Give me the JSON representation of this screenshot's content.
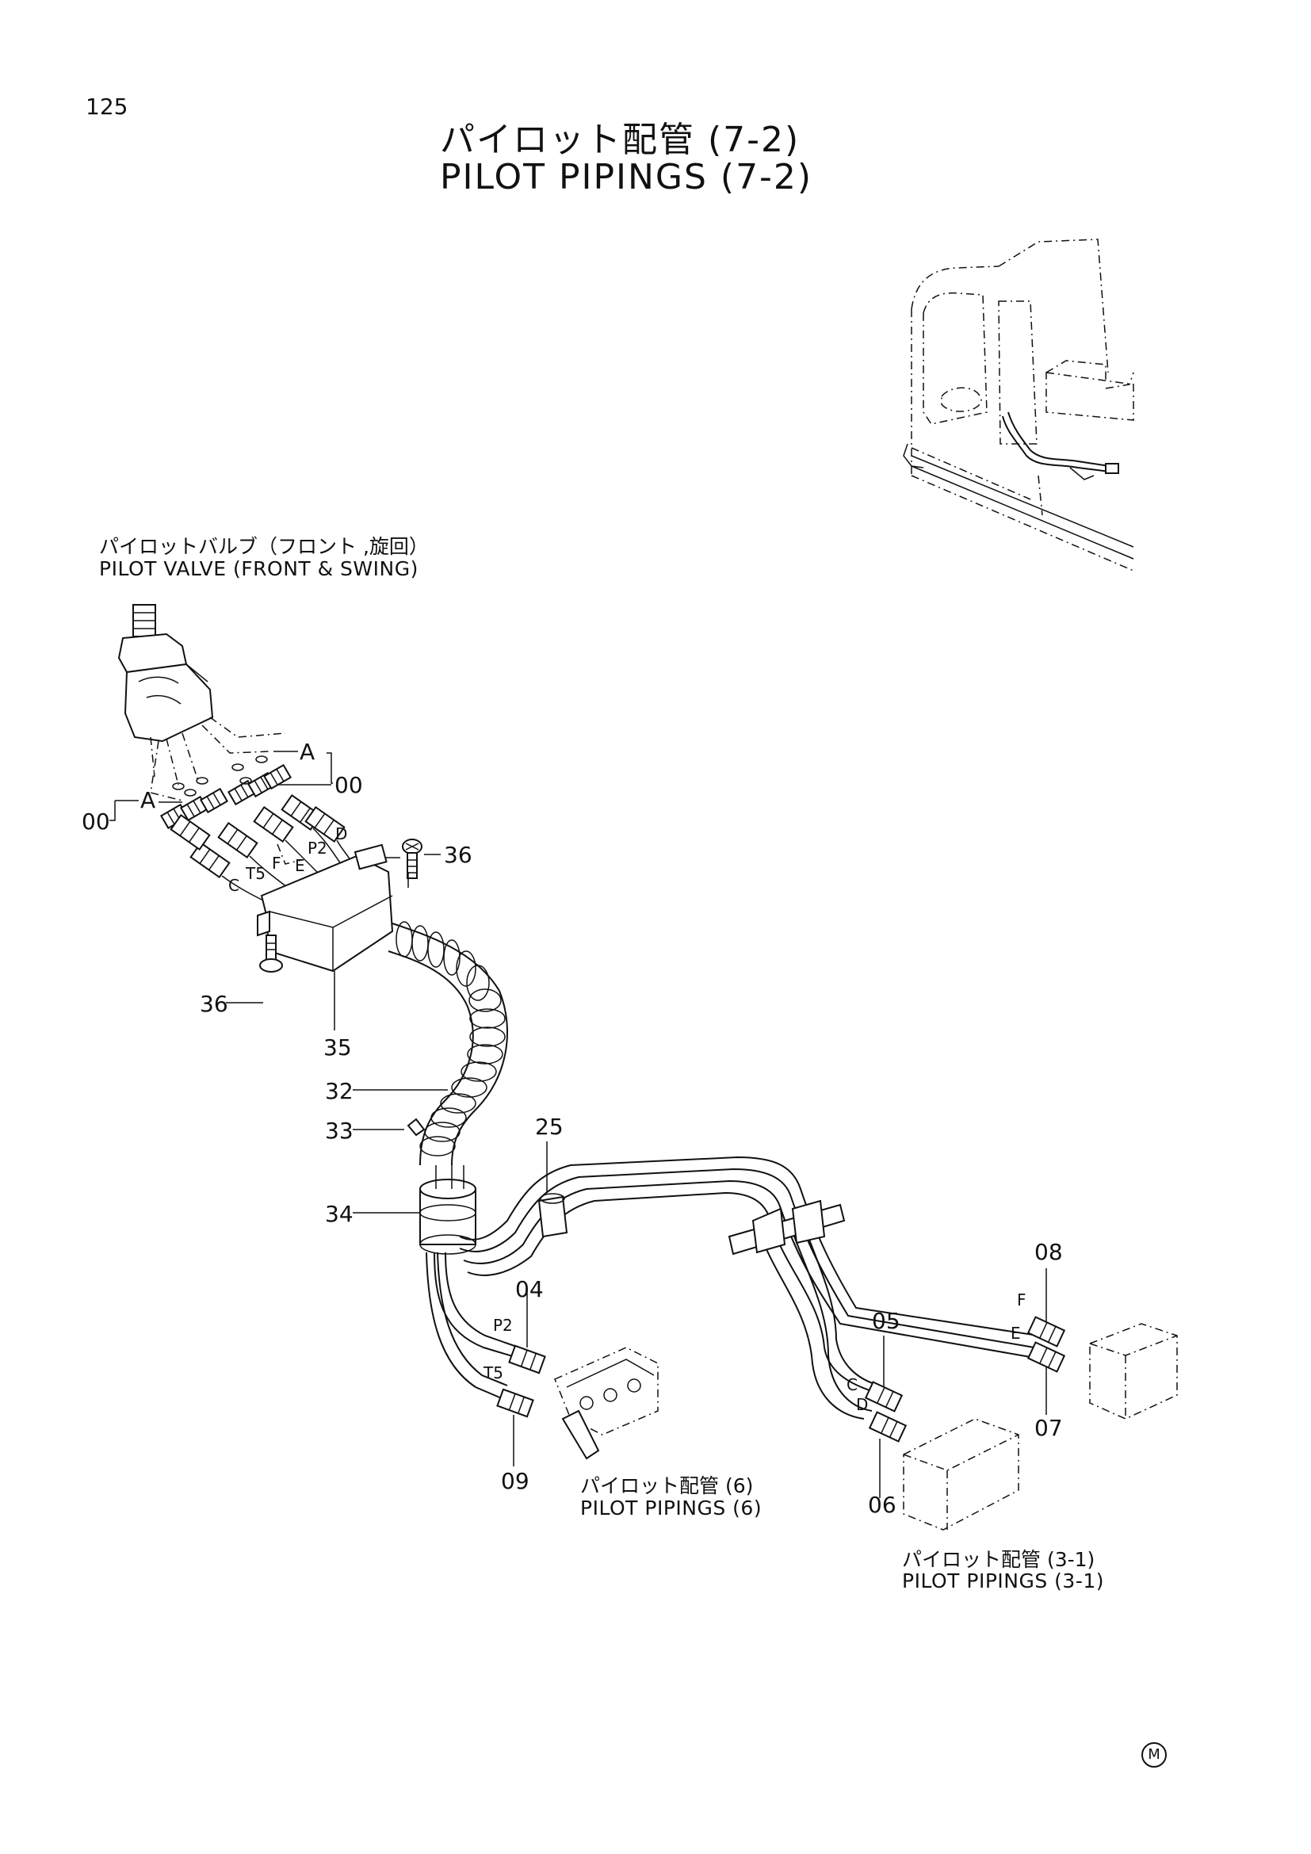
{
  "page": {
    "number": "125"
  },
  "title": {
    "jp": "パイロット配管 (7-2)",
    "en": "PILOT PIPINGS (7-2)"
  },
  "callouts": {
    "pilot_valve": {
      "jp": "パイロットバルブ（フロント ,旋回）",
      "en": "PILOT VALVE (FRONT & SWING)"
    },
    "pilot_pipings_6": {
      "jp": "パイロット配管 (6)",
      "en": "PILOT PIPINGS (6)"
    },
    "pilot_pipings_3_1": {
      "jp": "パイロット配管 (3-1)",
      "en": "PILOT PIPINGS (3-1)"
    }
  },
  "part_numbers": {
    "p00_right": "00",
    "p00_left": "00",
    "p36_top": "36",
    "p36_bottom": "36",
    "p35": "35",
    "p32": "32",
    "p33": "33",
    "p34": "34",
    "p25": "25",
    "p04": "04",
    "p09": "09",
    "p05": "05",
    "p06": "06",
    "p08": "08",
    "p07": "07"
  },
  "view_marks": {
    "a_right": "A",
    "a_left": "A"
  },
  "port_labels": {
    "d_top": "D",
    "p2_top": "P2",
    "f_top": "F",
    "e_top": "E",
    "t5_top": "T5",
    "c_top": "C",
    "p2_low": "P2",
    "t5_low": "T5",
    "c_low": "C",
    "d_low": "D",
    "f_low": "F",
    "e_low": "E"
  },
  "footer": {
    "mark": "M"
  }
}
